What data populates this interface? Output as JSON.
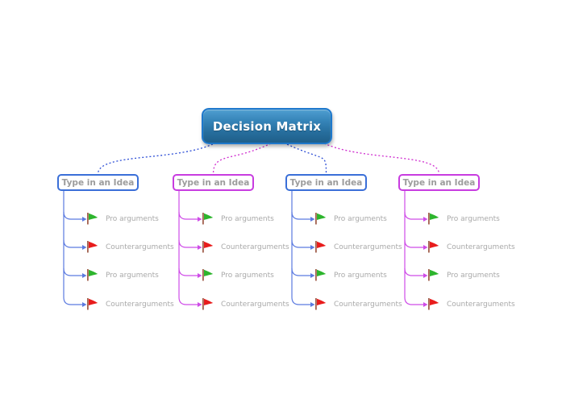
{
  "root": {
    "label": "Decision Matrix"
  },
  "colors": {
    "root_border": "#1e78cc",
    "root_fill_top": "#4f9ed1",
    "root_fill_bottom": "#1f5f8a",
    "root_text": "#ffffff",
    "branch_blue_border": "#3a6fd8",
    "branch_magenta_border": "#c83ce0",
    "line_blue": "#5b7ae0",
    "line_magenta": "#cf4ce8",
    "dotted_blue": "#2e4fd6",
    "dotted_magenta": "#cf2ccf",
    "flag_green": "#2db52d",
    "flag_red": "#e81c1c",
    "flag_pole": "#a2604e",
    "branch_text": "#9c9c9c",
    "child_text": "#a9a9a9"
  },
  "branches": [
    {
      "label": "Type in an Idea",
      "color": "blue",
      "children": [
        {
          "icon": "green-flag-icon",
          "label": "Pro arguments"
        },
        {
          "icon": "red-flag-icon",
          "label": "Counterarguments"
        },
        {
          "icon": "green-flag-icon",
          "label": "Pro arguments"
        },
        {
          "icon": "red-flag-icon",
          "label": "Counterarguments"
        }
      ]
    },
    {
      "label": "Type in an Idea",
      "color": "magenta",
      "children": [
        {
          "icon": "green-flag-icon",
          "label": "Pro arguments"
        },
        {
          "icon": "red-flag-icon",
          "label": "Counterarguments"
        },
        {
          "icon": "green-flag-icon",
          "label": "Pro arguments"
        },
        {
          "icon": "red-flag-icon",
          "label": "Counterarguments"
        }
      ]
    },
    {
      "label": "Type in an Idea",
      "color": "blue",
      "children": [
        {
          "icon": "green-flag-icon",
          "label": "Pro arguments"
        },
        {
          "icon": "red-flag-icon",
          "label": "Counterarguments"
        },
        {
          "icon": "green-flag-icon",
          "label": "Pro arguments"
        },
        {
          "icon": "red-flag-icon",
          "label": "Counterarguments"
        }
      ]
    },
    {
      "label": "Type in an Idea",
      "color": "magenta",
      "children": [
        {
          "icon": "green-flag-icon",
          "label": "Pro arguments"
        },
        {
          "icon": "red-flag-icon",
          "label": "Counterarguments"
        },
        {
          "icon": "green-flag-icon",
          "label": "Pro arguments"
        },
        {
          "icon": "red-flag-icon",
          "label": "Counterarguments"
        }
      ]
    }
  ]
}
